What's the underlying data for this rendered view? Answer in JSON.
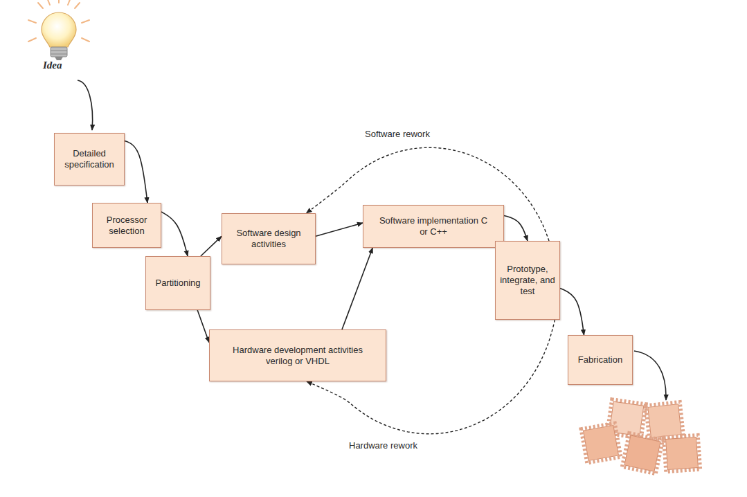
{
  "diagram": {
    "nodes": [
      {
        "text": [
          "Detailed specification"
        ]
      },
      {
        "text": [
          "Processor selection"
        ]
      },
      {
        "text": [
          "Partitioning"
        ]
      },
      {
        "text": [
          "Software design activities"
        ]
      },
      {
        "text": [
          "Software implementation C or C++"
        ]
      },
      {
        "text": [
          "Hardware development activities verilog or VHDL"
        ]
      },
      {
        "text": [
          "Prototype, integrate, and test"
        ]
      },
      {
        "text": [
          "Fabrication"
        ]
      }
    ],
    "edges": [
      {
        "from": 0,
        "to": 1,
        "arrow": "to"
      },
      {
        "from": 1,
        "to": 2,
        "arrow": "to"
      },
      {
        "from": 2,
        "to": 3,
        "arrow": "to"
      },
      {
        "from": 2,
        "to": 5,
        "arrow": "to"
      },
      {
        "from": 3,
        "to": 4,
        "arrow": "to"
      },
      {
        "from": 5,
        "to": 4,
        "arrow": "to"
      },
      {
        "from": 4,
        "to": 6,
        "arrow": "to"
      },
      {
        "from": 6,
        "to": 7,
        "arrow": "to"
      },
      {
        "from": 6,
        "to": 3,
        "label": "Software rework",
        "arrow": "to"
      },
      {
        "from": 6,
        "to": 5,
        "label": "Hardware rework",
        "arrow": "to"
      }
    ],
    "labels": [
      "Idea"
    ]
  }
}
